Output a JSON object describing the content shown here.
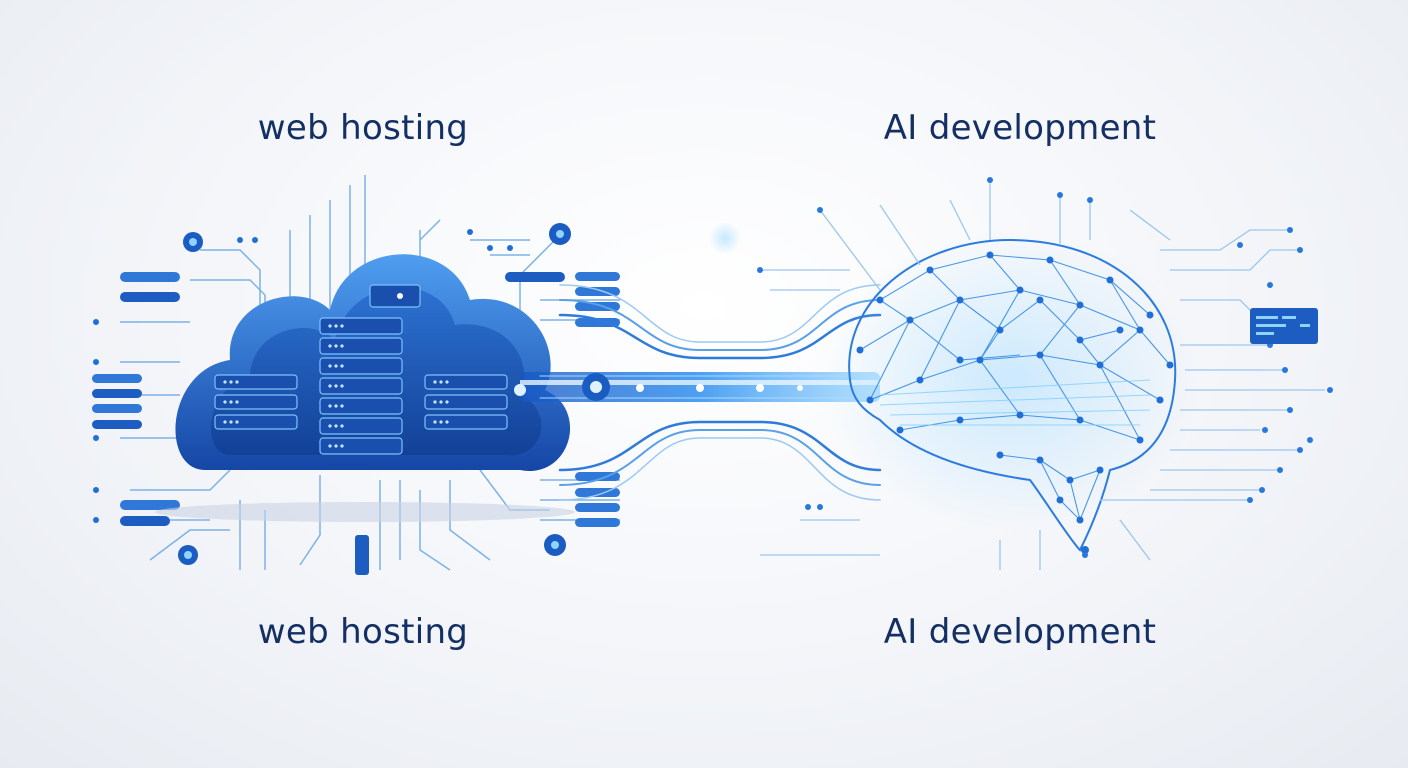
{
  "labels": {
    "web_hosting_top": "web hosting",
    "ai_development_top": "AI development",
    "web_hosting_bottom": "web hosting",
    "ai_development_bottom": "AI development"
  },
  "colors": {
    "label_text": "#142f63",
    "cloud_dark": "#1a56b8",
    "cloud_light": "#3f8de6",
    "accent_blue": "#1f6fd6",
    "light_blue": "#5fb6f0",
    "circuit_line": "#7cb2e8"
  },
  "icons": [
    "cloud-server-icon",
    "server-rack-icon",
    "brain-network-icon",
    "data-stream-icon",
    "circuit-lines-icon"
  ]
}
